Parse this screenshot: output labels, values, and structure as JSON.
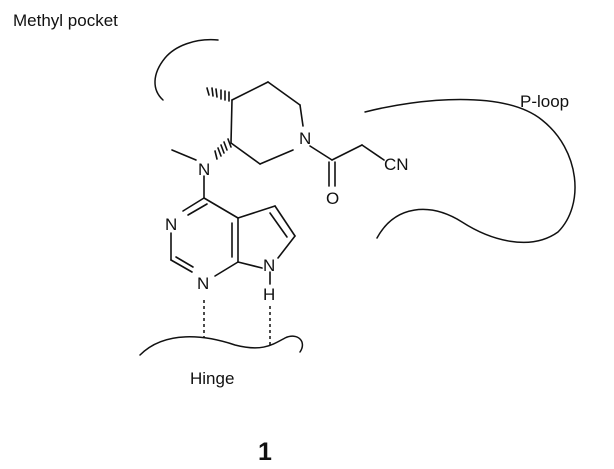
{
  "labels": {
    "methyl_pocket": "Methyl pocket",
    "p_loop": "P-loop",
    "hinge": "Hinge",
    "compound_number": "1"
  },
  "atoms": {
    "piperidine_n": "N",
    "amine_n": "N",
    "nitrile": "CN",
    "carbonyl_o": "O",
    "pyrimidine_n3": "N",
    "pyrimidine_n1": "N",
    "pyrrole_n": "N",
    "pyrrole_h": "H"
  },
  "colors": {
    "ink": "#111111",
    "background": "#ffffff"
  }
}
